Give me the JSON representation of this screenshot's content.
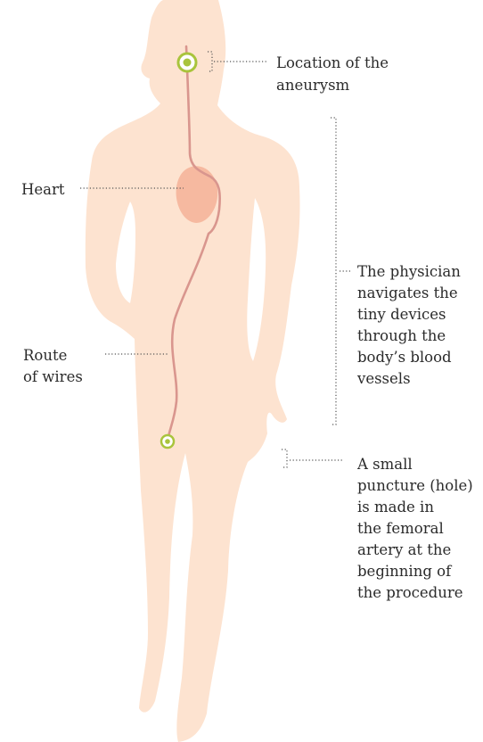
{
  "colors": {
    "body": "#fde3d0",
    "heart": "#f6b9a0",
    "route": "#d9968e",
    "marker": "#a9c43c",
    "text": "#2b2b2b"
  },
  "labels": {
    "aneurysm": [
      "Location of the",
      "aneurysm"
    ],
    "heart": [
      "Heart"
    ],
    "wires": [
      "Route",
      "of wires"
    ],
    "physician": [
      "The physician",
      "navigates the",
      "tiny devices",
      "through the",
      "body’s blood",
      "vessels"
    ],
    "puncture": [
      "A small",
      "puncture (hole)",
      "is made in",
      "the femoral",
      "artery at the",
      "beginning of",
      "the procedure"
    ]
  },
  "icons": {
    "aneurysm_marker": "target-circle-icon",
    "puncture_marker": "target-circle-icon"
  }
}
